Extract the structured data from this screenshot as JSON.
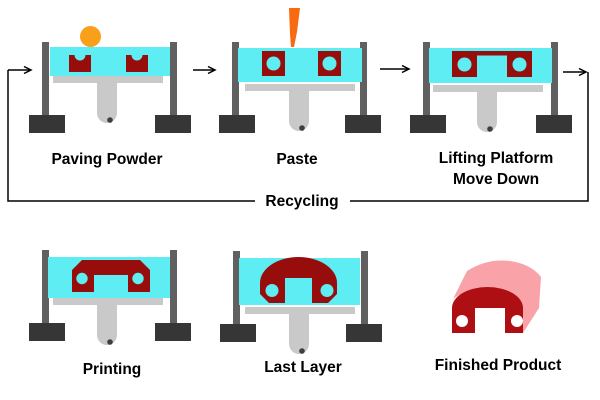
{
  "diagram": {
    "stages": [
      {
        "label": "Paving Powder"
      },
      {
        "label": "Paste"
      },
      {
        "label": "Lifting Platform",
        "label_line2": "Move Down"
      },
      {
        "label": "Printing"
      },
      {
        "label": "Last Layer"
      },
      {
        "label": "Finished Product"
      }
    ],
    "recycling_label": "Recycling",
    "colors": {
      "tank-cyan": "#5EEDF2",
      "machine-maroon": "#970D0C",
      "product-red": "#AD0F13",
      "product-pink": "#F9A3A9",
      "post-gray": "#606060",
      "foot-dark": "#363636",
      "platform-gray": "#C9C9C9",
      "ball-orange": "#F9A01B",
      "nozzle-orange": "#F96A10",
      "line-black": "#000000",
      "background": "#FFFFFF"
    }
  }
}
